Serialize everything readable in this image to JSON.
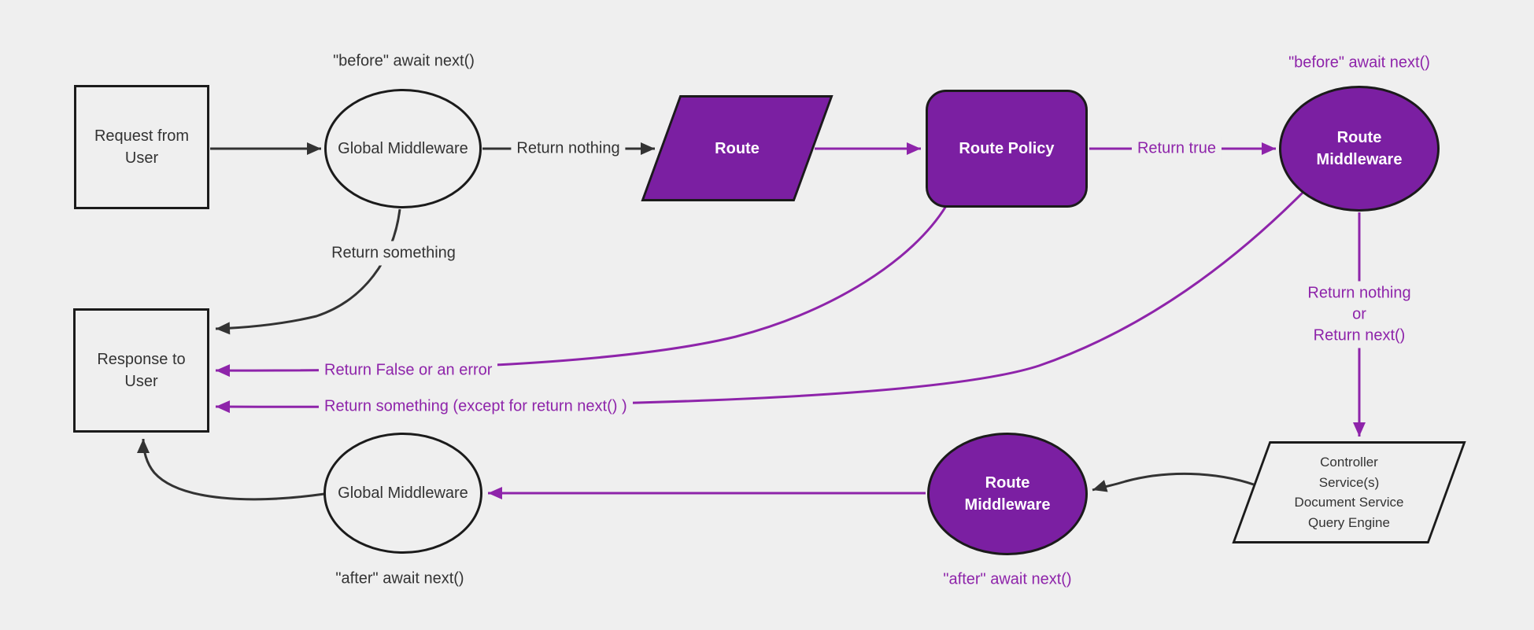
{
  "colors": {
    "background": "#efefef",
    "purple_fill": "#7b1fa2",
    "purple_line": "#8e24aa",
    "dark_line": "#333333",
    "node_border": "#1b1b1b",
    "purple_node_text": "#ffffff",
    "light_node_text": "#333333"
  },
  "nodes": {
    "request": {
      "label": "Request from User"
    },
    "global_middleware_top": {
      "label": "Global Middleware"
    },
    "route": {
      "label": "Route"
    },
    "route_policy": {
      "label": "Route Policy"
    },
    "route_middleware_top": {
      "label": "Route Middleware"
    },
    "controller": {
      "lines": [
        "Controller",
        "Service(s)",
        "Document Service",
        "Query Engine"
      ]
    },
    "route_middleware_bottom": {
      "label": "Route Middleware"
    },
    "global_middleware_bottom": {
      "label": "Global Middleware"
    },
    "response": {
      "label": "Response to User"
    }
  },
  "edge_labels": {
    "before_await_next_global": "\"before\" await next()",
    "return_nothing": "Return nothing",
    "return_true": "Return true",
    "before_await_next_route": "\"before\" await next()",
    "return_nothing_or_next": {
      "lines": [
        "Return nothing",
        "or",
        "Return next()"
      ]
    },
    "return_something": "Return something",
    "return_false_or_error": "Return False or an error",
    "return_something_except": "Return something (except for return next() )",
    "after_await_next_route": "\"after\" await next()",
    "after_await_next_global": "\"after\" await next()"
  }
}
